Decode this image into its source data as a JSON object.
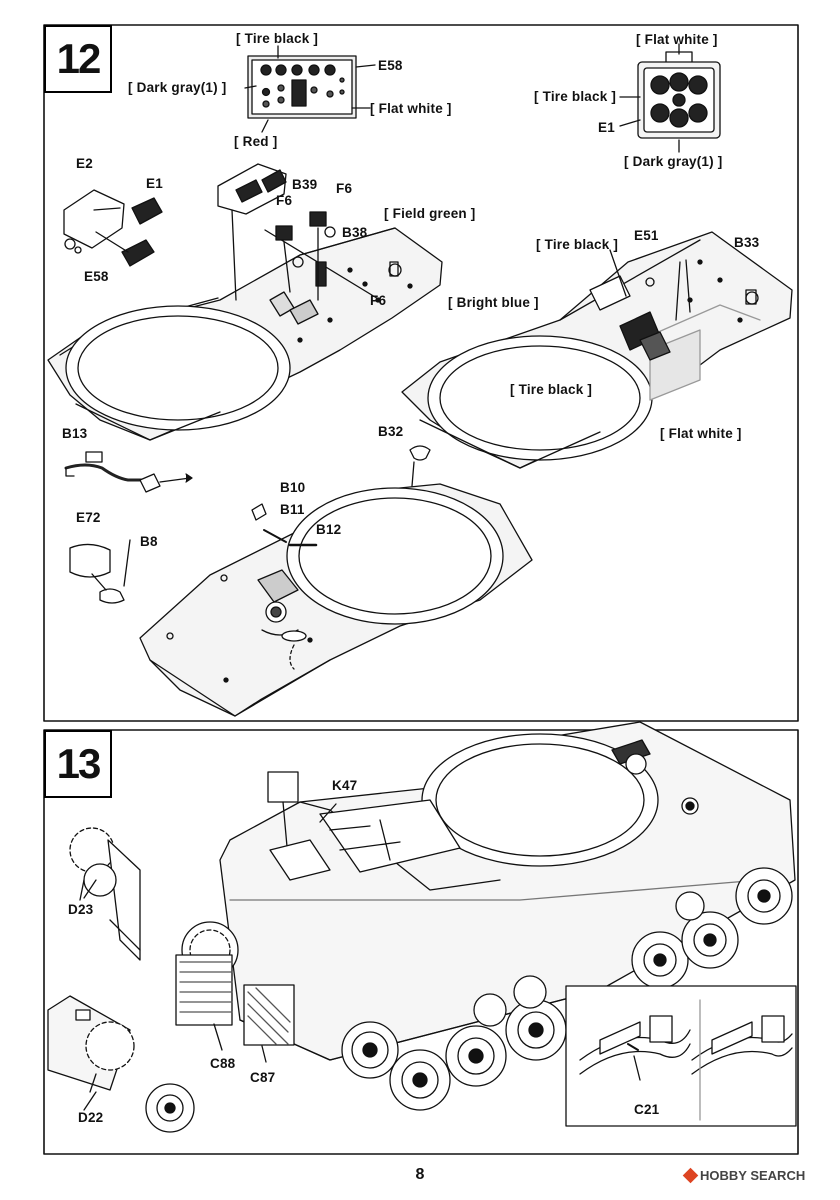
{
  "step12": {
    "number": "12",
    "inset_left": {
      "labels": {
        "tire_black": "[ Tire black ]",
        "dark_gray": "[ Dark gray(1) ]",
        "flat_white": "[ Flat white ]",
        "red": "[ Red ]",
        "e58": "E58"
      }
    },
    "inset_right": {
      "labels": {
        "flat_white": "[ Flat white ]",
        "tire_black": "[ Tire black ]",
        "e1": "E1",
        "dark_gray": "[ Dark gray(1) ]"
      }
    },
    "hull_left": {
      "labels": {
        "e2": "E2",
        "e1": "E1",
        "e58": "E58",
        "b39": "B39",
        "f6_a": "F6",
        "f6_b": "F6",
        "f6_c": "F6",
        "b38": "B38",
        "field_green": "[ Field green ]"
      }
    },
    "hull_right": {
      "labels": {
        "tire_black_top": "[ Tire black ]",
        "e51": "E51",
        "b33": "B33",
        "bright_blue": "[ Bright blue ]",
        "tire_black_mid": "[ Tire black ]",
        "flat_white": "[ Flat white ]"
      }
    },
    "lower": {
      "labels": {
        "b13": "B13",
        "b8": "B8",
        "e72": "E72",
        "b32": "B32",
        "b10": "B10",
        "b11": "B11",
        "b12": "B12"
      }
    }
  },
  "step13": {
    "number": "13",
    "labels": {
      "k47": "K47",
      "d23": "D23",
      "d22": "D22",
      "c88": "C88",
      "c87": "C87",
      "c21": "C21"
    }
  },
  "page_number": "8",
  "watermark": "HOBBY SEARCH"
}
